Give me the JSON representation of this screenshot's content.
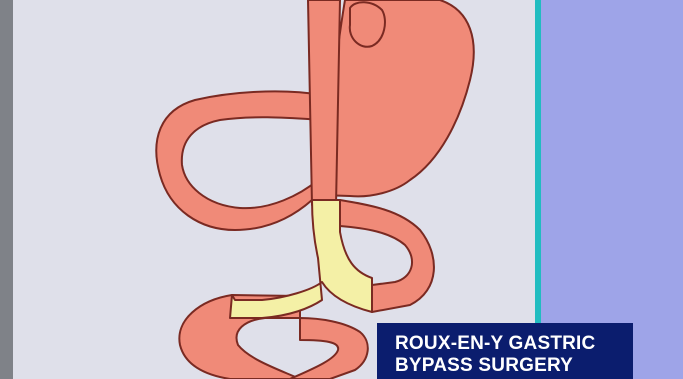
{
  "caption": {
    "line1": "ROUX-EN-Y GASTRIC",
    "line2": "BYPASS SURGERY"
  },
  "colors": {
    "background": "#dfe0ea",
    "right_panel": "#9ea4e8",
    "teal_divider": "#21bcc0",
    "left_border": "#7f8288",
    "organ_fill": "#f08a78",
    "organ_outline": "#7a2a22",
    "anastomosis_fill": "#f4f0a6",
    "caption_bg": "#0b1d6e",
    "caption_text": "#ffffff"
  },
  "icons": [
    "stomach-illustration",
    "roux-limb",
    "y-anastomosis",
    "intestine-loop"
  ]
}
